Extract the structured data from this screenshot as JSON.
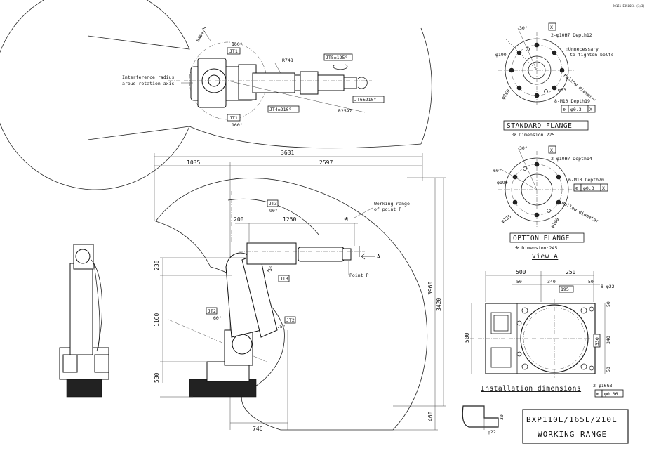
{
  "drawing_id": "90151-E3500EA (3/3)",
  "top_view": {
    "interference_label_line1": "Interference radius",
    "interference_label_line2": "aroud rotation axis",
    "r_interference": "R404.5",
    "r_reach": "R748",
    "r_total": "R2597",
    "jt1_label": "JT1",
    "jt1_angle_top": "160°",
    "jt1_angle_bottom": "160°",
    "jt4_label": "JT4±210°",
    "jt5_label": "JT5±125°",
    "jt6_label": "JT6±210°"
  },
  "side_view": {
    "dim_total": "3631",
    "dim_rear": "1035",
    "dim_front": "2597",
    "dim_200": "200",
    "dim_1250": "1250",
    "mark_star": "※",
    "dim_230": "230",
    "dim_1160": "1160",
    "dim_530": "530",
    "dim_746": "746",
    "dim_3420": "3420",
    "dim_3960": "3960",
    "dim_460": "460",
    "jt3_label": "JT3",
    "jt3_angle1": "90°",
    "jt3_angle2": "75°",
    "jt3_label2": "JT3",
    "jt2_label": "JT2",
    "jt2_angle1": "60°",
    "jt2_angle2": "75°",
    "jt2_label2": "JT2",
    "working_range_line1": "Working range",
    "working_range_line2": "of point P",
    "point_p": "Point P",
    "view_a_arrow": "A"
  },
  "standard_flange": {
    "angle_30": "30°",
    "datum_x": "X",
    "pin_hole": "2-φ10H7 Depth12",
    "star_note_line1": "☆Unnecessary",
    "star_note_line2": "to tighten bolts",
    "dia_190": "φ190",
    "dia_160": "φ160",
    "hollow_label": "Hollow diameter",
    "dia_63": "φ63",
    "tap": "8-M10 Depth19",
    "tol_pos": "φ0.3",
    "tol_datum": "X",
    "title": "STANDARD FLANGE",
    "dimension_note": "※ Dimension:225"
  },
  "option_flange": {
    "angle_30": "30°",
    "angle_60": "60°",
    "datum_x": "X",
    "pin_hole": "2-φ10H7 Depth14",
    "dia_190": "φ190",
    "tap": "6-M10 Depth20",
    "tol_pos": "φ0.3",
    "tol_datum": "X",
    "hollow_label": "Hollow diameter",
    "dia_125": "φ125",
    "dia_100": "φ100",
    "title": "OPTION FLANGE",
    "dimension_note": "※ Dimension:245",
    "view_label": "View A"
  },
  "installation": {
    "dim_500_top": "500",
    "dim_250": "250",
    "dim_50_a": "50",
    "dim_340_top": "340",
    "dim_50_b": "50",
    "dim_195": "195",
    "holes": "8-φ22",
    "dim_50_r": "50",
    "dim_340_r": "340",
    "dim_330": "330",
    "dim_500_left": "500",
    "dim_50_br": "50",
    "title": "Installation dimensions",
    "pin_holes": "2-φ16G8",
    "tol_pos": "φ0.06",
    "dim_30": "30",
    "dim_22": "φ22"
  },
  "title_block": {
    "line1": "BXP110L/165L/210L",
    "line2": "WORKING RANGE"
  }
}
